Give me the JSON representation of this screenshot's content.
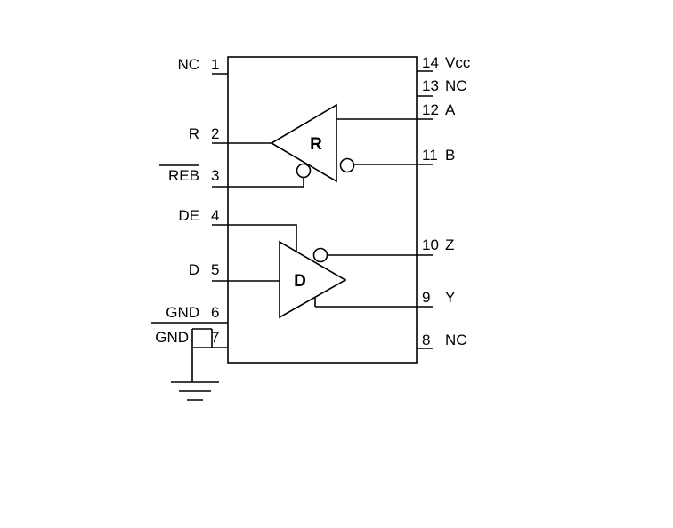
{
  "chip": {
    "left_pins": [
      {
        "num": "1",
        "name": "NC"
      },
      {
        "num": "2",
        "name": "R"
      },
      {
        "num": "3",
        "name": "REB"
      },
      {
        "num": "4",
        "name": "DE"
      },
      {
        "num": "5",
        "name": "D"
      },
      {
        "num": "6",
        "name": "GND"
      },
      {
        "num": "7",
        "name": "GND"
      }
    ],
    "right_pins": [
      {
        "num": "14",
        "name": "Vcc"
      },
      {
        "num": "13",
        "name": "NC"
      },
      {
        "num": "12",
        "name": "A"
      },
      {
        "num": "11",
        "name": "B"
      },
      {
        "num": "10",
        "name": "Z"
      },
      {
        "num": "9",
        "name": "Y"
      },
      {
        "num": "8",
        "name": "NC"
      }
    ],
    "blocks": {
      "receiver": "R",
      "driver": "D"
    }
  }
}
